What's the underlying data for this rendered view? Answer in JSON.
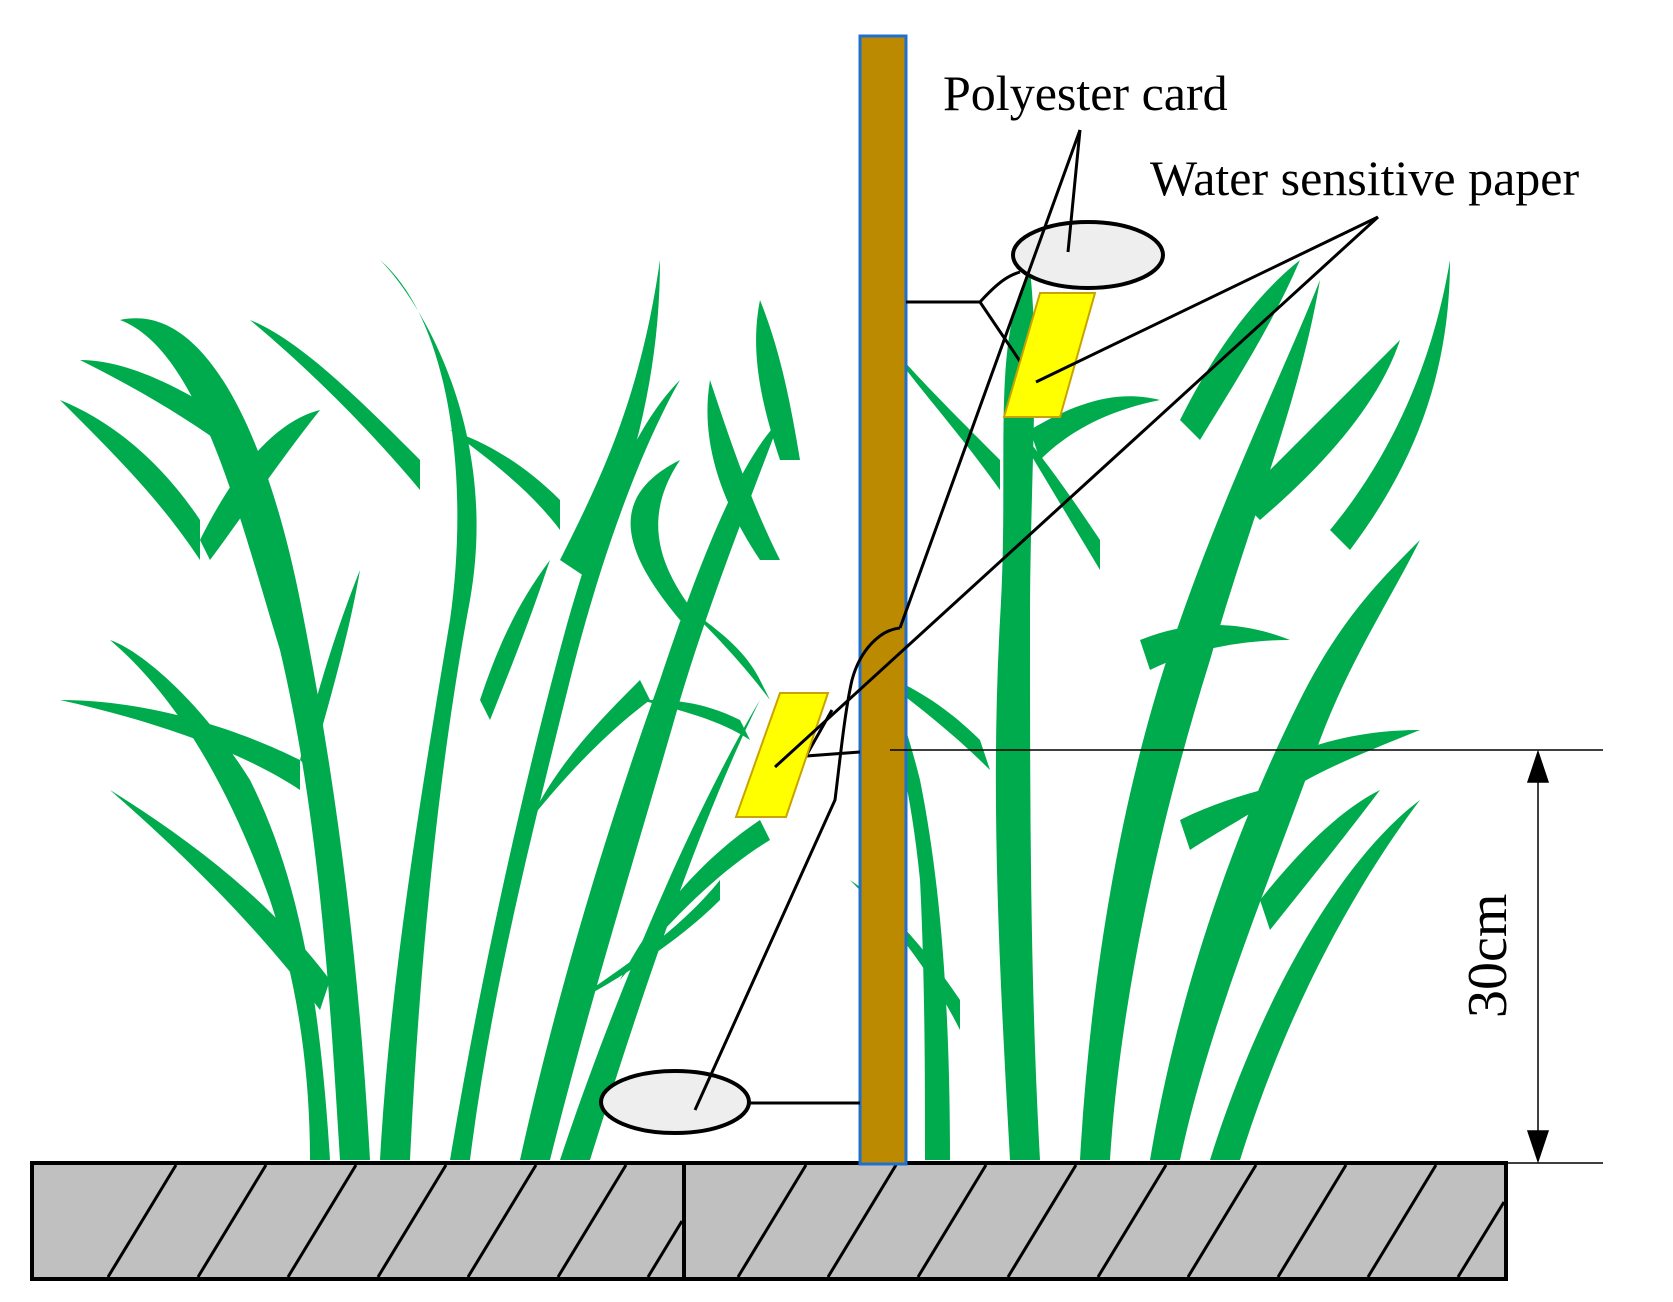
{
  "labels": {
    "polyester_card": "Polyester card",
    "water_sensitive_paper": "Water sensitive paper",
    "height": "30cm"
  },
  "colors": {
    "plant": "#00ab4e",
    "pole": "#bb8a00",
    "pole_outline": "#1f6fd1",
    "paper": "#ffff00",
    "card": "#eeeeee",
    "ground": "#c0c0c0",
    "line": "#000000"
  },
  "icons": {
    "plant": "rice-plant-icon",
    "pole": "stake-icon",
    "card": "polyester-card-icon",
    "paper": "water-sensitive-paper-icon"
  }
}
